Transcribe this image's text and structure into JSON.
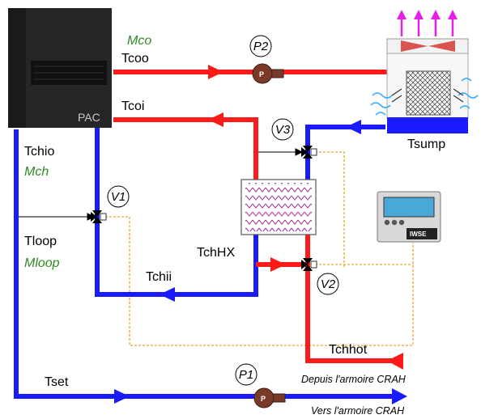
{
  "labels": {
    "mco": "Mco",
    "tcoo": "Tcoo",
    "tcoi": "Tcoi",
    "pac": "PAC",
    "tchio": "Tchio",
    "mch": "Mch",
    "tloop": "Tloop",
    "mloop": "Mloop",
    "tchhx": "TchHX",
    "tchii": "Tchii",
    "tsump": "Tsump",
    "tchhot": "Tchhot",
    "tset": "Tset",
    "from_crah": "Depuis l'armoire CRAH",
    "to_crah": "Vers l'armoire CRAH",
    "iwse": "IWSE"
  },
  "pumps": {
    "p1": "P1",
    "p2": "P2",
    "pump_letter": "P"
  },
  "valves": {
    "v1": "V1",
    "v2": "V2",
    "v3": "V3"
  },
  "colors": {
    "hot_pipe": "#ff1a1a",
    "cold_pipe": "#1a1aff",
    "control_line": "#f0a030",
    "chiller_body": "#262626",
    "pump_body": "#7a3a2a",
    "air_arrows": "#e61ee6",
    "spray": "#3ab0ff",
    "exchanger_zigzag": "#b040b0",
    "green_text": "#2e8b22"
  }
}
